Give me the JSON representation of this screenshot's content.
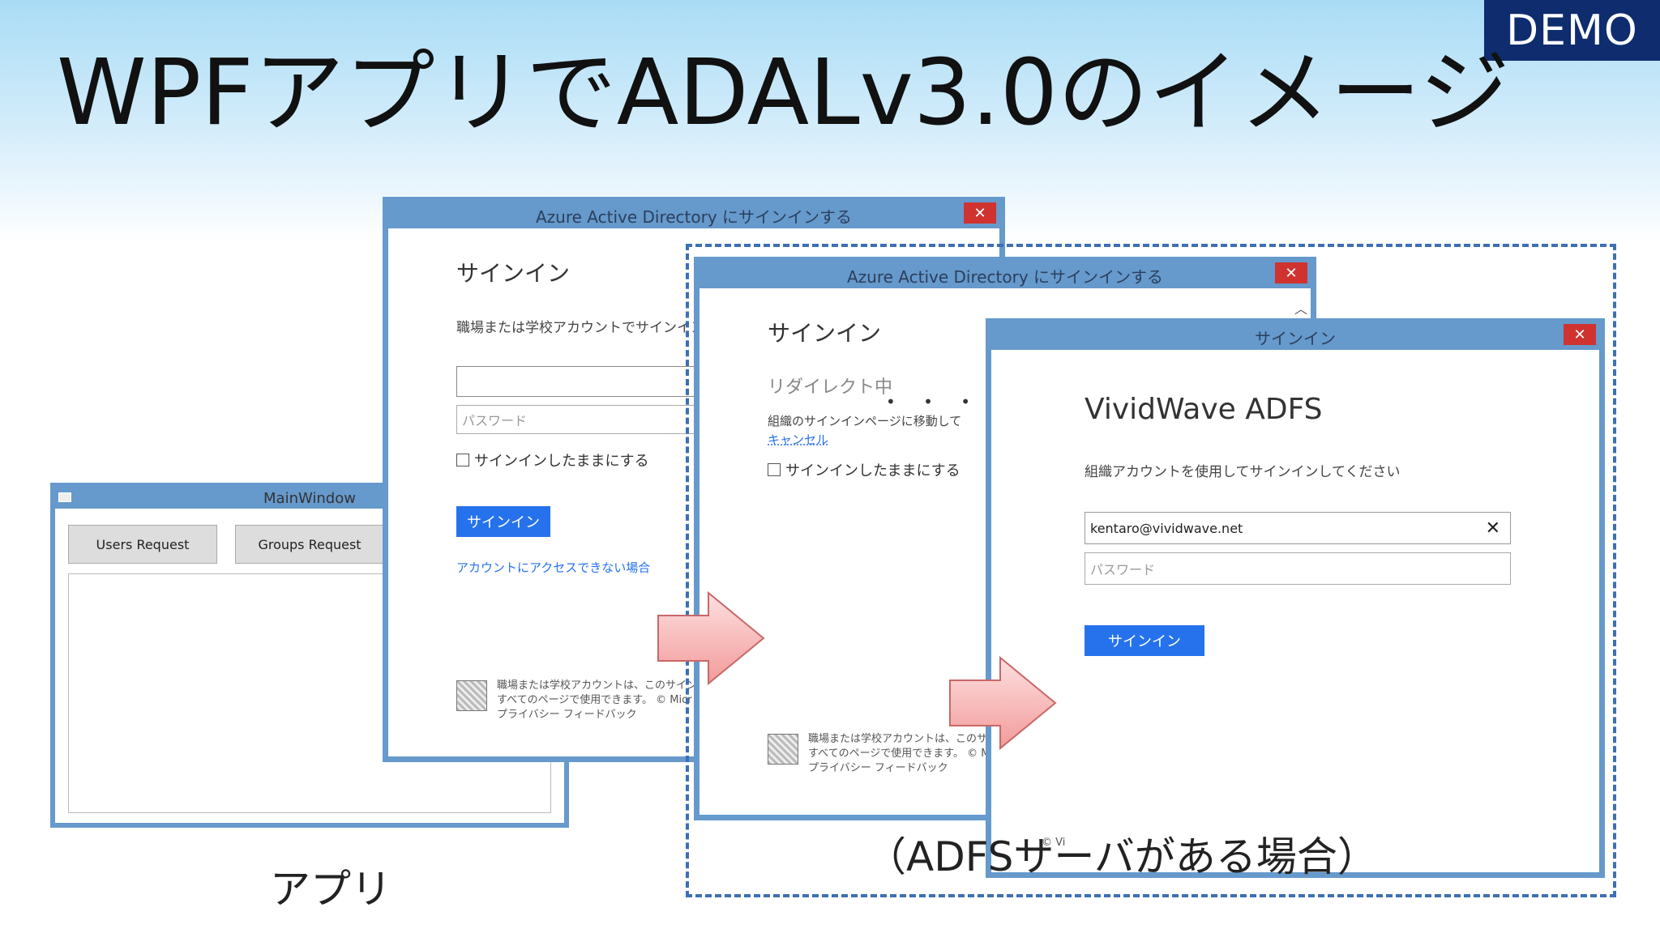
{
  "badge": "DEMO",
  "title": "WPFアプリでADALv3.0のイメージ",
  "captions": {
    "app": "アプリ",
    "adfs": "（ADFSサーバがある場合）"
  },
  "main_window": {
    "title": "MainWindow",
    "buttons": [
      "Users Request",
      "Groups Request"
    ]
  },
  "aad_window": {
    "title": "Azure Active Directory にサインインする",
    "close": "✕",
    "heading": "サインイン",
    "subtitle": "職場または学校アカウントでサインイン",
    "password_placeholder": "パスワード",
    "keep_signed_in": "サインインしたままにする",
    "signin_button": "サインイン",
    "cant_access_link": "アカウントにアクセスできない場合",
    "footer_line1": "職場または学校アカウントは、このサイン",
    "footer_line2": "すべてのページで使用できます。 © Micr",
    "footer_line3": "プライバシー  フィードバック"
  },
  "aad_redirect_window": {
    "title": "Azure Active Directory にサインインする",
    "close": "✕",
    "heading": "サインイン",
    "redirecting": "リダイレクト中",
    "progress_dots": "• • • • •",
    "moving_text": "組織のサインインページに移動して",
    "cancel_link": "キャンセル",
    "keep_signed_in": "サインインしたままにする",
    "footer_line1": "職場または学校アカウントは、このサ",
    "footer_line2": "すべてのページで使用できます。 © M",
    "footer_line3": "プライバシー  フィードバック"
  },
  "adfs_window": {
    "title": "サインイン",
    "close": "✕",
    "heading": "VividWave ADFS",
    "subtitle": "組織アカウントを使用してサインインしてください",
    "username_value": "kentaro@vividwave.net",
    "clear_icon": "✕",
    "password_placeholder": "パスワード",
    "signin_button": "サインイン",
    "footer_fragment": "© Vi"
  },
  "colors": {
    "window_border": "#6699cc",
    "accent_blue": "#2672ec",
    "badge_bg": "#0e2c6e",
    "dashed_frame": "#3d6fb5",
    "arrow_fill": "#f6a6a6"
  }
}
